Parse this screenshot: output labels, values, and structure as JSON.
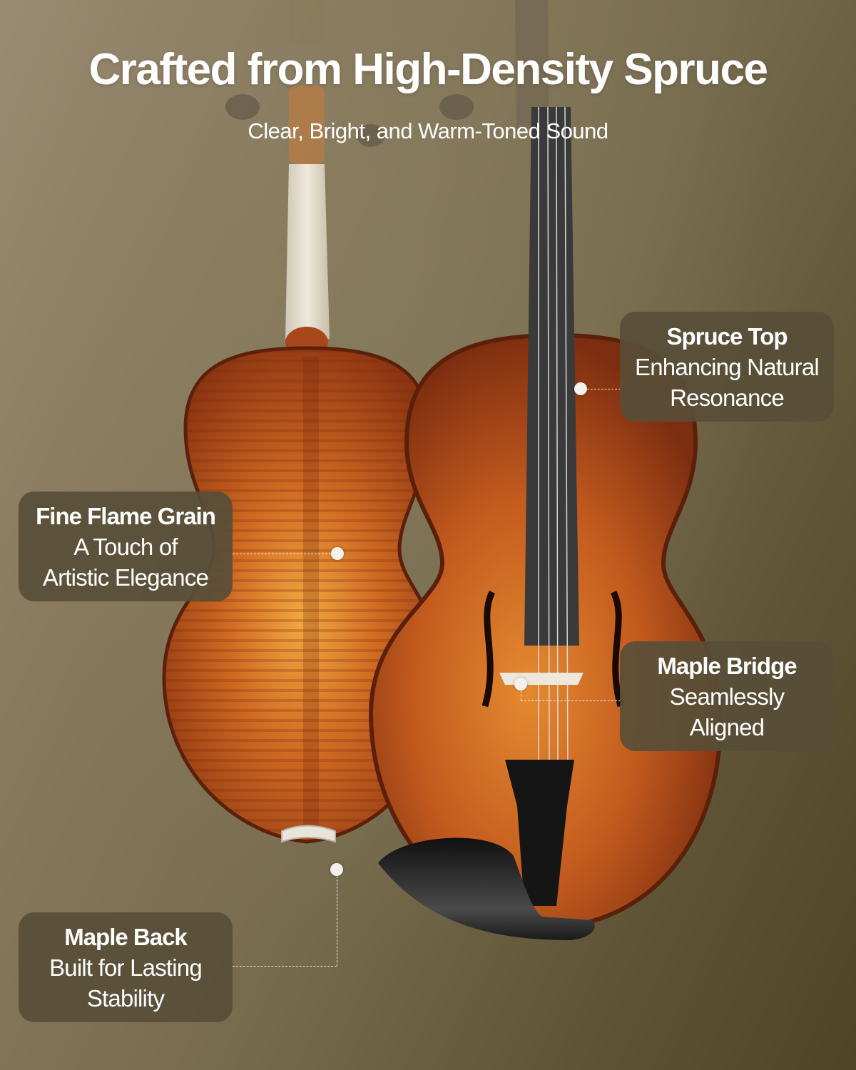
{
  "header": {
    "title": "Crafted from High-Density Spruce",
    "subtitle": "Clear, Bright, and Warm-Toned Sound"
  },
  "callouts": [
    {
      "id": "spruce-top",
      "heading": "Spruce Top",
      "lines": [
        "Enhancing Natural",
        "Resonance"
      ]
    },
    {
      "id": "fine-flame-grain",
      "heading": "Fine Flame Grain",
      "lines": [
        "A Touch of",
        "Artistic Elegance"
      ]
    },
    {
      "id": "maple-bridge",
      "heading": "Maple Bridge",
      "lines": [
        "Seamlessly",
        "Aligned"
      ]
    },
    {
      "id": "maple-back",
      "heading": "Maple Back",
      "lines": [
        "Built for Lasting",
        "Stability"
      ]
    }
  ],
  "colors": {
    "background": "#86775b",
    "callout_bg": "#584e38",
    "violin_wood": "#c2611f",
    "violin_dark": "#1e1e1e",
    "text": "#ffffff"
  }
}
